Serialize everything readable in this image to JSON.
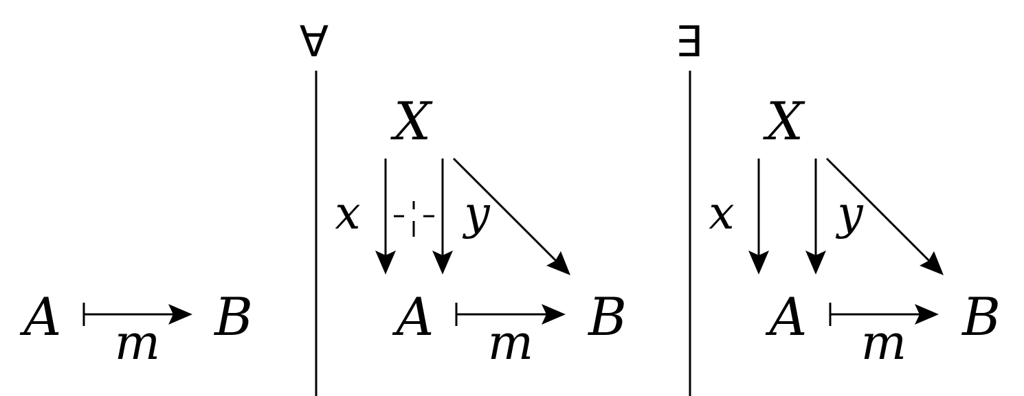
{
  "quantifiers": {
    "forall": "∀",
    "exists": "∃"
  },
  "panel_plain": {
    "source": "A",
    "target": "B",
    "map": "m"
  },
  "panel_forall": {
    "apex": "X",
    "source": "A",
    "target": "B",
    "map": "m",
    "left_leg": "x",
    "right_leg": "y"
  },
  "panel_exists": {
    "apex": "X",
    "source": "A",
    "target": "B",
    "map": "m",
    "left_leg": "x",
    "right_leg": "y"
  },
  "colors": {
    "ink": "#000000",
    "background": "#ffffff"
  }
}
